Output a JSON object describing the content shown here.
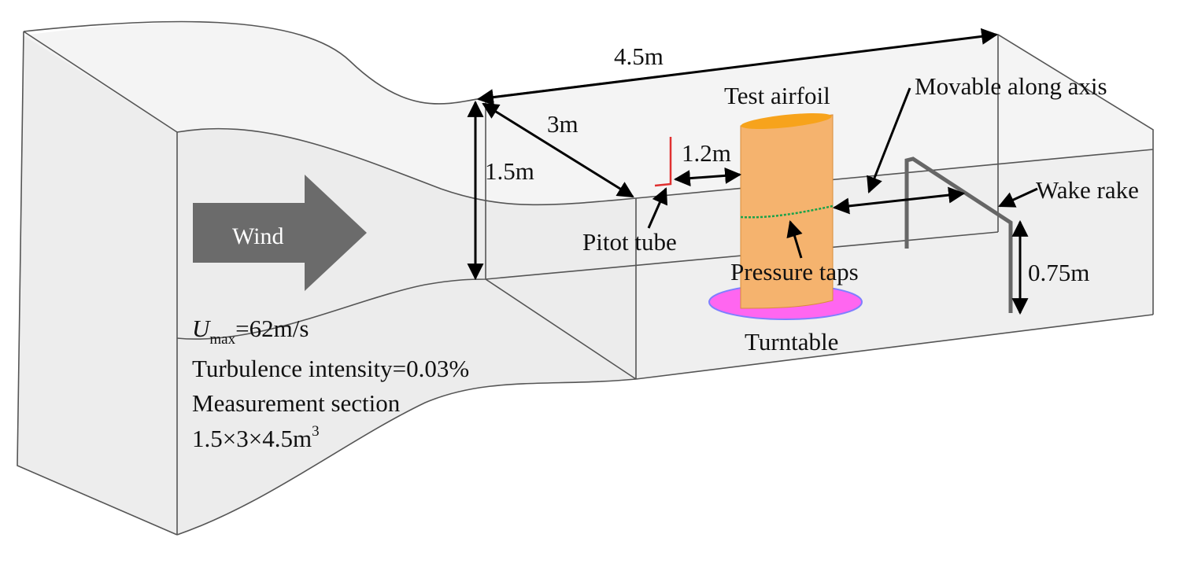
{
  "colors": {
    "tunnel_fill": "#ececec",
    "tunnel_fill_light": "#f4f4f4",
    "edge": "#555555",
    "wind_arrow": "#6b6b6b",
    "airfoil": "#f5b36e",
    "airfoil_top": "#f7a31c",
    "turntable": "#ff66f0",
    "turntable_edge": "#7f7fff",
    "pitot": "#e03030",
    "pressure_taps": "#1aa34a"
  },
  "labels": {
    "wind": "Wind",
    "dim_length": "4.5m",
    "dim_width": "3m",
    "dim_height": "1.5m",
    "dim_pitot_gap": "1.2m",
    "dim_rake_height": "0.75m",
    "test_airfoil": "Test airfoil",
    "movable": "Movable along axis",
    "wake_rake": "Wake rake",
    "pitot_tube": "Pitot tube",
    "pressure_taps": "Pressure taps",
    "turntable": "Turntable"
  },
  "specs": {
    "u_symbol": "U",
    "u_subscript": "max",
    "u_value": "=62m/s",
    "turbulence": "Turbulence intensity=0.03%",
    "section_title": "Measurement section",
    "section_dims": "1.5×3×4.5m",
    "section_exp": "3"
  }
}
